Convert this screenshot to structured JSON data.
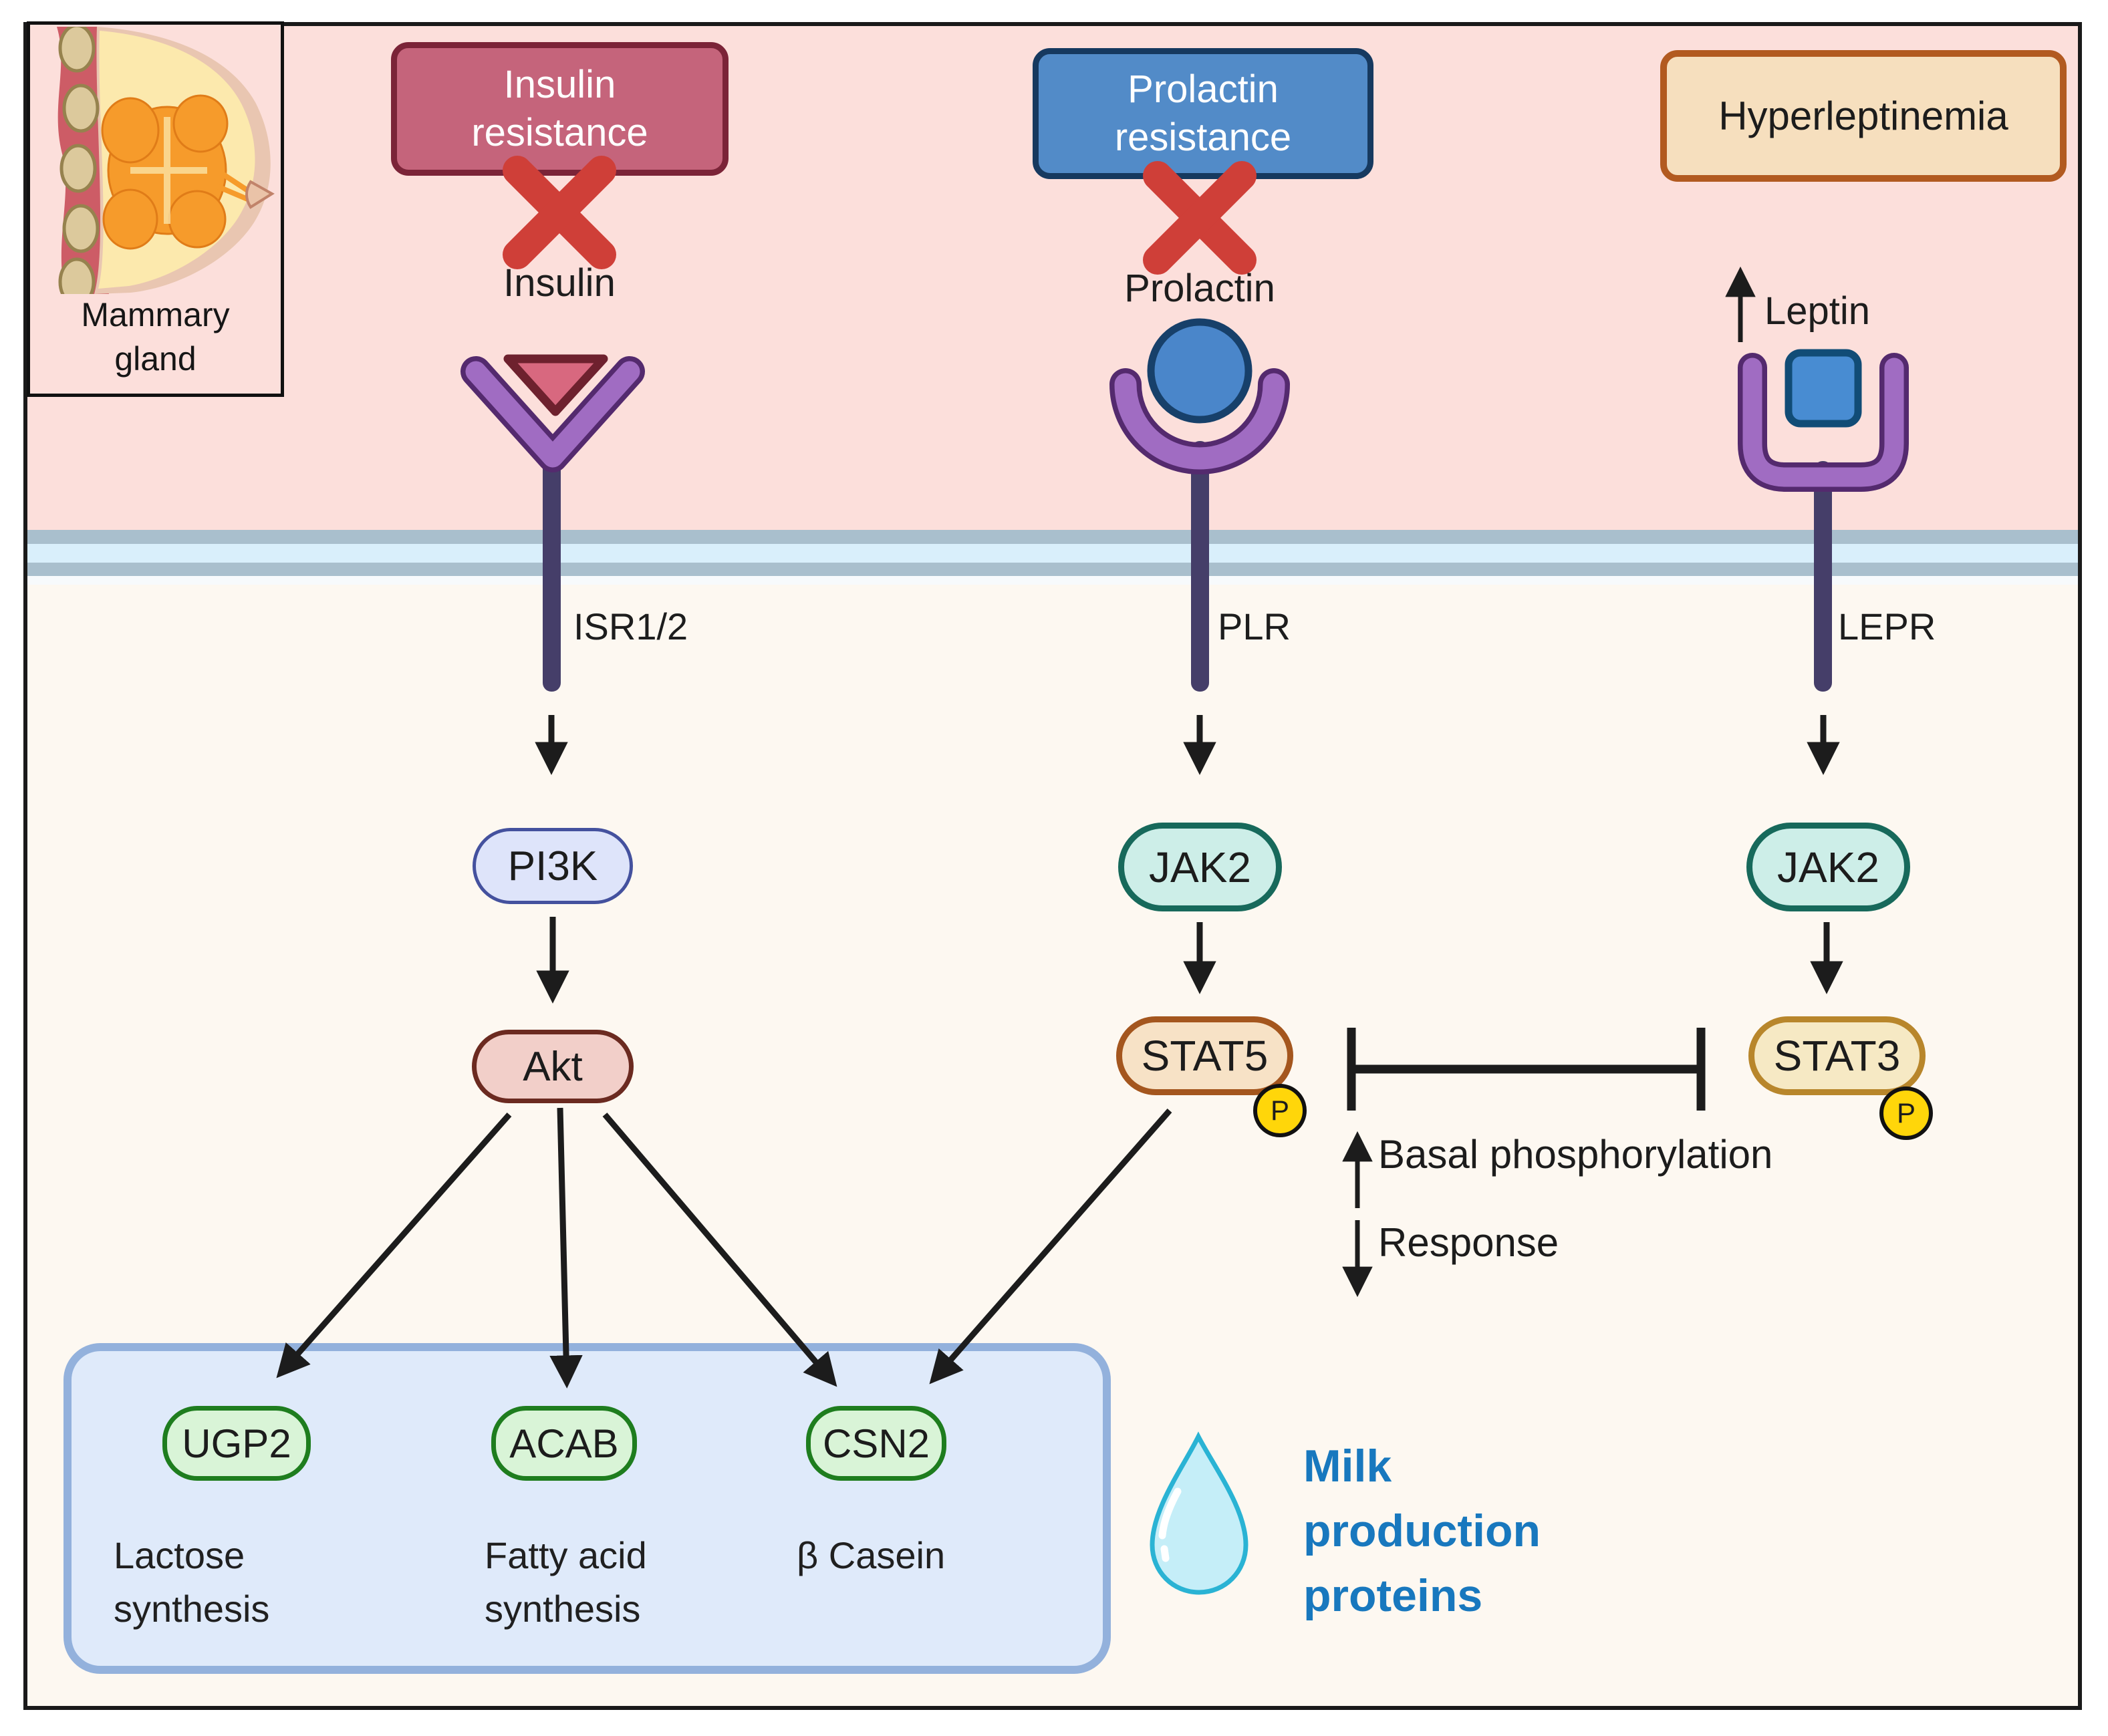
{
  "inset": {
    "title_line1": "Mammary",
    "title_line2": "gland"
  },
  "headers": {
    "insulin": {
      "line1": "Insulin",
      "line2": "resistance"
    },
    "prolactin": {
      "line1": "Prolactin",
      "line2": "resistance"
    },
    "leptin": {
      "line1": "Hyperleptinemia"
    }
  },
  "ligands": {
    "insulin": "Insulin",
    "prolactin": "Prolactin",
    "leptin": "Leptin"
  },
  "receptors": {
    "insulin": "ISR1/2",
    "prolactin": "PLR",
    "leptin": "LEPR"
  },
  "nodes": {
    "pi3k": "PI3K",
    "akt": "Akt",
    "jak2_prolactin": "JAK2",
    "jak2_leptin": "JAK2",
    "stat5": "STAT5",
    "stat3": "STAT3",
    "phospho": "P"
  },
  "annotations": {
    "basal": "Basal phosphorylation",
    "response": "Response"
  },
  "outputs": {
    "ugp2": {
      "gene": "UGP2",
      "line1": "Lactose",
      "line2": "synthesis"
    },
    "acab": {
      "gene": "ACAB",
      "line1": "Fatty acid",
      "line2": "synthesis"
    },
    "csn2": {
      "gene": "CSN2",
      "line1": "β Casein"
    }
  },
  "milk": {
    "line1": "Milk",
    "line2": "production",
    "line3": "proteins"
  },
  "colors": {
    "extracellular_bg": "#fcdfdb",
    "intracellular_bg": "#fdf8f1",
    "membrane_gray": "#a9bfcd",
    "membrane_blue": "#d9effb",
    "insulin_box": "#c5647b",
    "insulin_box_border": "#7b2438",
    "prolactin_box": "#528bc8",
    "prolactin_box_border": "#16395f",
    "leptin_box": "#f6dfbe",
    "leptin_box_border": "#b25a20",
    "blocked_x": "#cf3f38",
    "receptor_purple": "#a06cc2",
    "receptor_outline": "#542a6e",
    "receptor_stem": "#453e69",
    "pi3k_fill": "#dee4fa",
    "jak2_fill": "#cdeee8",
    "akt_fill": "#f2cfc9",
    "stat5_fill": "#f7e2c6",
    "stat3_fill": "#f6e9c4",
    "phospho_fill": "#ffd60a",
    "gene_pill_fill": "#d9f4d7",
    "gene_pill_border": "#1e7d1e",
    "products_box_fill": "#dfeafa",
    "products_box_border": "#93b1dc",
    "milk_text": "#1878be",
    "droplet_fill": "#c5eef8",
    "droplet_outline": "#2ab3d4"
  }
}
